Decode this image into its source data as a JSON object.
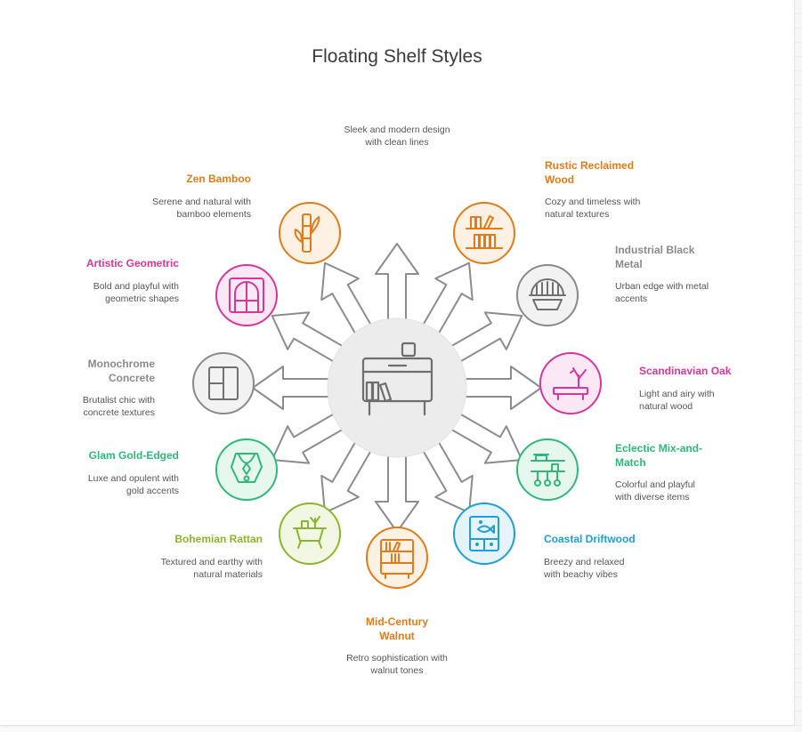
{
  "title": "Floating Shelf Styles",
  "center": {
    "description": "Sleek and modern design with clean lines"
  },
  "styles": [
    {
      "id": "zen-bamboo",
      "heading": "Zen Bamboo",
      "description": "Serene and natural with bamboo elements",
      "color": "#e07b1a",
      "icon": "bamboo-icon"
    },
    {
      "id": "rustic-reclaimed-wood",
      "heading": "Rustic Reclaimed Wood",
      "description": "Cozy and timeless with natural textures",
      "color": "#e07b1a",
      "icon": "bookshelf-icon"
    },
    {
      "id": "artistic-geometric",
      "heading": "Artistic Geometric",
      "description": "Bold and playful with geometric shapes",
      "color": "#d6379c",
      "icon": "geometric-window-icon"
    },
    {
      "id": "industrial-black-metal",
      "heading": "Industrial Black Metal",
      "description": "Urban edge with metal accents",
      "color": "#8a8a8a",
      "icon": "metal-rack-icon"
    },
    {
      "id": "monochrome-concrete",
      "heading": "Monochrome Concrete",
      "description": "Brutalist chic with concrete textures",
      "color": "#8a8a8a",
      "icon": "concrete-window-icon"
    },
    {
      "id": "scandinavian-oak",
      "heading": "Scandinavian Oak",
      "description": "Light and airy with natural wood",
      "color": "#d6379c",
      "icon": "oak-branch-icon"
    },
    {
      "id": "glam-gold-edged",
      "heading": "Glam Gold-Edged",
      "description": "Luxe and opulent with gold accents",
      "color": "#2fb877",
      "icon": "necklace-icon"
    },
    {
      "id": "eclectic-mix-and-match",
      "heading": "Eclectic Mix-and-Match",
      "description": "Colorful and playful with diverse items",
      "color": "#2fb877",
      "icon": "shelf-utensils-icon"
    },
    {
      "id": "bohemian-rattan",
      "heading": "Bohemian Rattan",
      "description": "Textured and earthy with natural materials",
      "color": "#8ab52c",
      "icon": "rattan-planter-icon"
    },
    {
      "id": "coastal-driftwood",
      "heading": "Coastal Driftwood",
      "description": "Breezy and relaxed with beachy vibes",
      "color": "#1f9fd4",
      "icon": "fish-cabinet-icon"
    },
    {
      "id": "mid-century-walnut",
      "heading": "Mid-Century Walnut",
      "description": "Retro sophistication with walnut tones",
      "color": "#e07b1a",
      "icon": "walnut-bookcase-icon"
    }
  ]
}
